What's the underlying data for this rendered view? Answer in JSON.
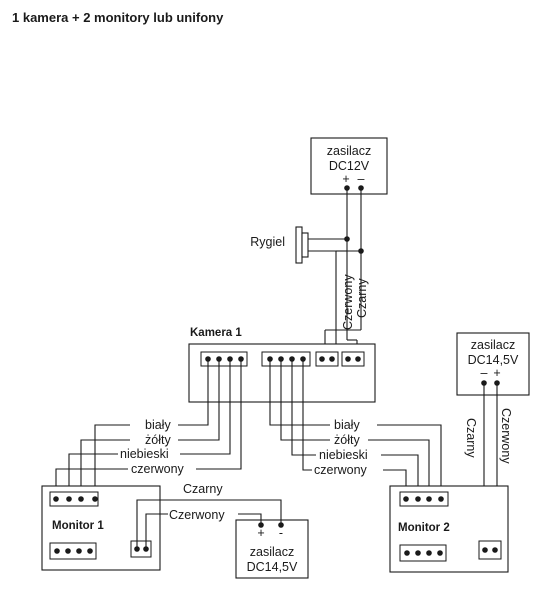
{
  "title": "1 kamera + 2 monitory lub unifony",
  "psu_top": {
    "name": "zasilacz",
    "voltage": "DC12V",
    "plus": "+",
    "minus": "–"
  },
  "lock_label": "Rygiel",
  "wire_red_vertical": "Czerwony",
  "wire_black_vertical": "Czarny",
  "camera_label": "Kamera 1",
  "psu_right": {
    "name": "zasilacz",
    "voltage": "DC14,5V",
    "minus": "–",
    "plus": "+"
  },
  "right_wire_black": "Czarny",
  "right_wire_red": "Czerwony",
  "left_wires": {
    "white": "biały",
    "yellow": "żółty",
    "blue": "niebieski",
    "red": "czerwony"
  },
  "right_wires": {
    "white": "biały",
    "yellow": "żółty",
    "blue": "niebieski",
    "red": "czerwony"
  },
  "monitor1_label": "Monitor 1",
  "monitor2_label": "Monitor 2",
  "psu_left_wires": {
    "black": "Czarny",
    "red": "Czerwony"
  },
  "psu_bottom": {
    "name": "zasilacz",
    "voltage": "DC14,5V",
    "plus": "+",
    "minus": "-"
  }
}
